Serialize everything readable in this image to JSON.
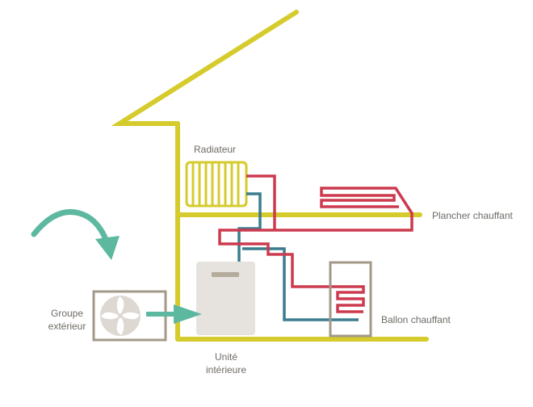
{
  "labels": {
    "radiator": "Radiateur",
    "floor_heating": "Plancher chauffant",
    "outdoor_unit_line1": "Groupe",
    "outdoor_unit_line2": "extérieur",
    "indoor_unit_line1": "Unité",
    "indoor_unit_line2": "intérieure",
    "hot_water_tank": "Ballon chauffant"
  },
  "colors": {
    "house_structure": "#d6cb2c",
    "hot_pipe": "#cc3a4e",
    "cold_pipe": "#3b7d8e",
    "air_flow_arrow": "#5db8a0",
    "outdoor_unit_frame": "#a29989",
    "indoor_unit_body": "#e6e2dd",
    "fan_blades": "#ddd8d2",
    "label_text": "#6f6b66"
  },
  "icons": {
    "outdoor_unit": "fan-icon",
    "air_flow": "curved-arrow-icon",
    "transfer": "right-arrow-icon"
  }
}
